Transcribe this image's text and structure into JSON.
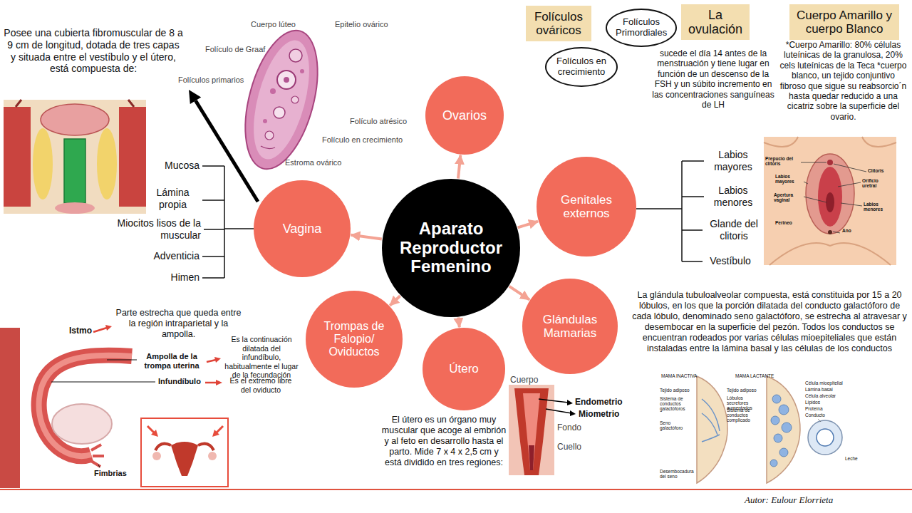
{
  "diagram": {
    "nodes": [
      {
        "text": [
          "Aparato Reproductor Femenino"
        ]
      },
      {
        "text": [
          "Ovarios"
        ]
      },
      {
        "text": [
          "Genitales externos"
        ]
      },
      {
        "text": [
          "Glándulas Mamarias"
        ]
      },
      {
        "text": [
          "Útero"
        ]
      },
      {
        "text": [
          "Trompas de Falopio/ Oviductos"
        ]
      },
      {
        "text": [
          "Vagina"
        ]
      },
      {
        "text": [
          "Folículos ováricos"
        ]
      },
      {
        "text": [
          "Folículos Primordiales"
        ]
      },
      {
        "text": [
          "Folículos en crecimiento"
        ]
      },
      {
        "text": [
          "La ovulación"
        ]
      },
      {
        "text": [
          "Cuerpo Amarillo y cuerpo Blanco"
        ]
      }
    ],
    "edges": [
      {
        "from": 0,
        "to": 1,
        "arrow": "to"
      },
      {
        "from": 0,
        "to": 2,
        "arrow": "to"
      },
      {
        "from": 0,
        "to": 3,
        "arrow": "to"
      },
      {
        "from": 0,
        "to": 4,
        "arrow": "to"
      },
      {
        "from": 0,
        "to": 5,
        "arrow": "to"
      },
      {
        "from": 0,
        "to": 6,
        "arrow": "to"
      }
    ],
    "labels": [
      "Posee una cubierta fibromuscular de 8 a 9 cm de longitud, dotada de tres capas y situada entre el vestíbulo y el útero, está compuesta de:",
      "Cuerpo lúteo",
      "Epitelio ovárico",
      "Folículo de Graaf",
      "Folículos primarios",
      "Folículo atrésico",
      "Folículo en crecimiento",
      "Estroma ovárico",
      "Mucosa",
      "Lámina propia",
      "Miocitos lisos de la muscular",
      "Adventicia",
      "Himen",
      "Parte estrecha que queda entre la región intraparietal y la ampolla.",
      "Istmo",
      "Ampolla de la trompa uterina",
      "Es la continuación dilatada del infundíbulo, habitualmente el lugar de la fecundación",
      "Infundíbulo",
      "Es el extremo libre del oviducto",
      "Fimbrias",
      "El útero es un órgano muy muscular que acoge al embrión y al feto en desarrollo hasta el parto. Mide 7 x 4 x 2,5 cm y está dividido en tres regiones:",
      "Cuerpo",
      "Endometrio",
      "Miometrio",
      "Fondo",
      "Cuello",
      "La glándula tubuloalveolar compuesta, está constituida por 15 a 20 lóbulos, en los que la porción dilatada del conducto galactóforo de cada lóbulo, denominado seno galactóforo, se estrecha al atravesar y desembocar en la superficie del pezón. Todos los conductos se encuentran rodeados por varias células mioepiteliales que están instaladas entre la lámina basal y las células de los conductos",
      "MAMA INACTIVA",
      "MAMA LACTANTE",
      "Tejido adiposo",
      "Sistema de conductos galactóforos",
      "Seno galactóforo",
      "Desembocadura del seno",
      "Tejido adiposo",
      "Lóbulos secretores aumentados",
      "Sistema de conductos complicado",
      "Célula mioepitelial",
      "Lámina basal",
      "Célula alveolar",
      "Lípidos",
      "Proteína",
      "Conducto",
      "Leche",
      "Labios mayores",
      "Labios menores",
      "Glande del clitoris",
      "Vestíbulo",
      "Prepucio del clitoris",
      "Clítoris",
      "Labios mayores",
      "Orificio uretral",
      "Apertura vaginal",
      "Labios menores",
      "Perineo",
      "Ano",
      "sucede el día 14 antes de la menstruación y tiene lugar en función de un descenso de la FSH y un súbito incremento en las concentraciones sanguíneas de LH",
      "*Cuerpo Amarillo: 80% células luteínicas de la granulosa, 20% cels luteínicas de la Teca *cuerpo blanco, un tejido conjuntivo fibroso que sigue su reabsorcio´n hasta quedar reducido a una cicatriz sobre la superficie del ovario.",
      "Autor: Eulour Elorrieta"
    ]
  }
}
